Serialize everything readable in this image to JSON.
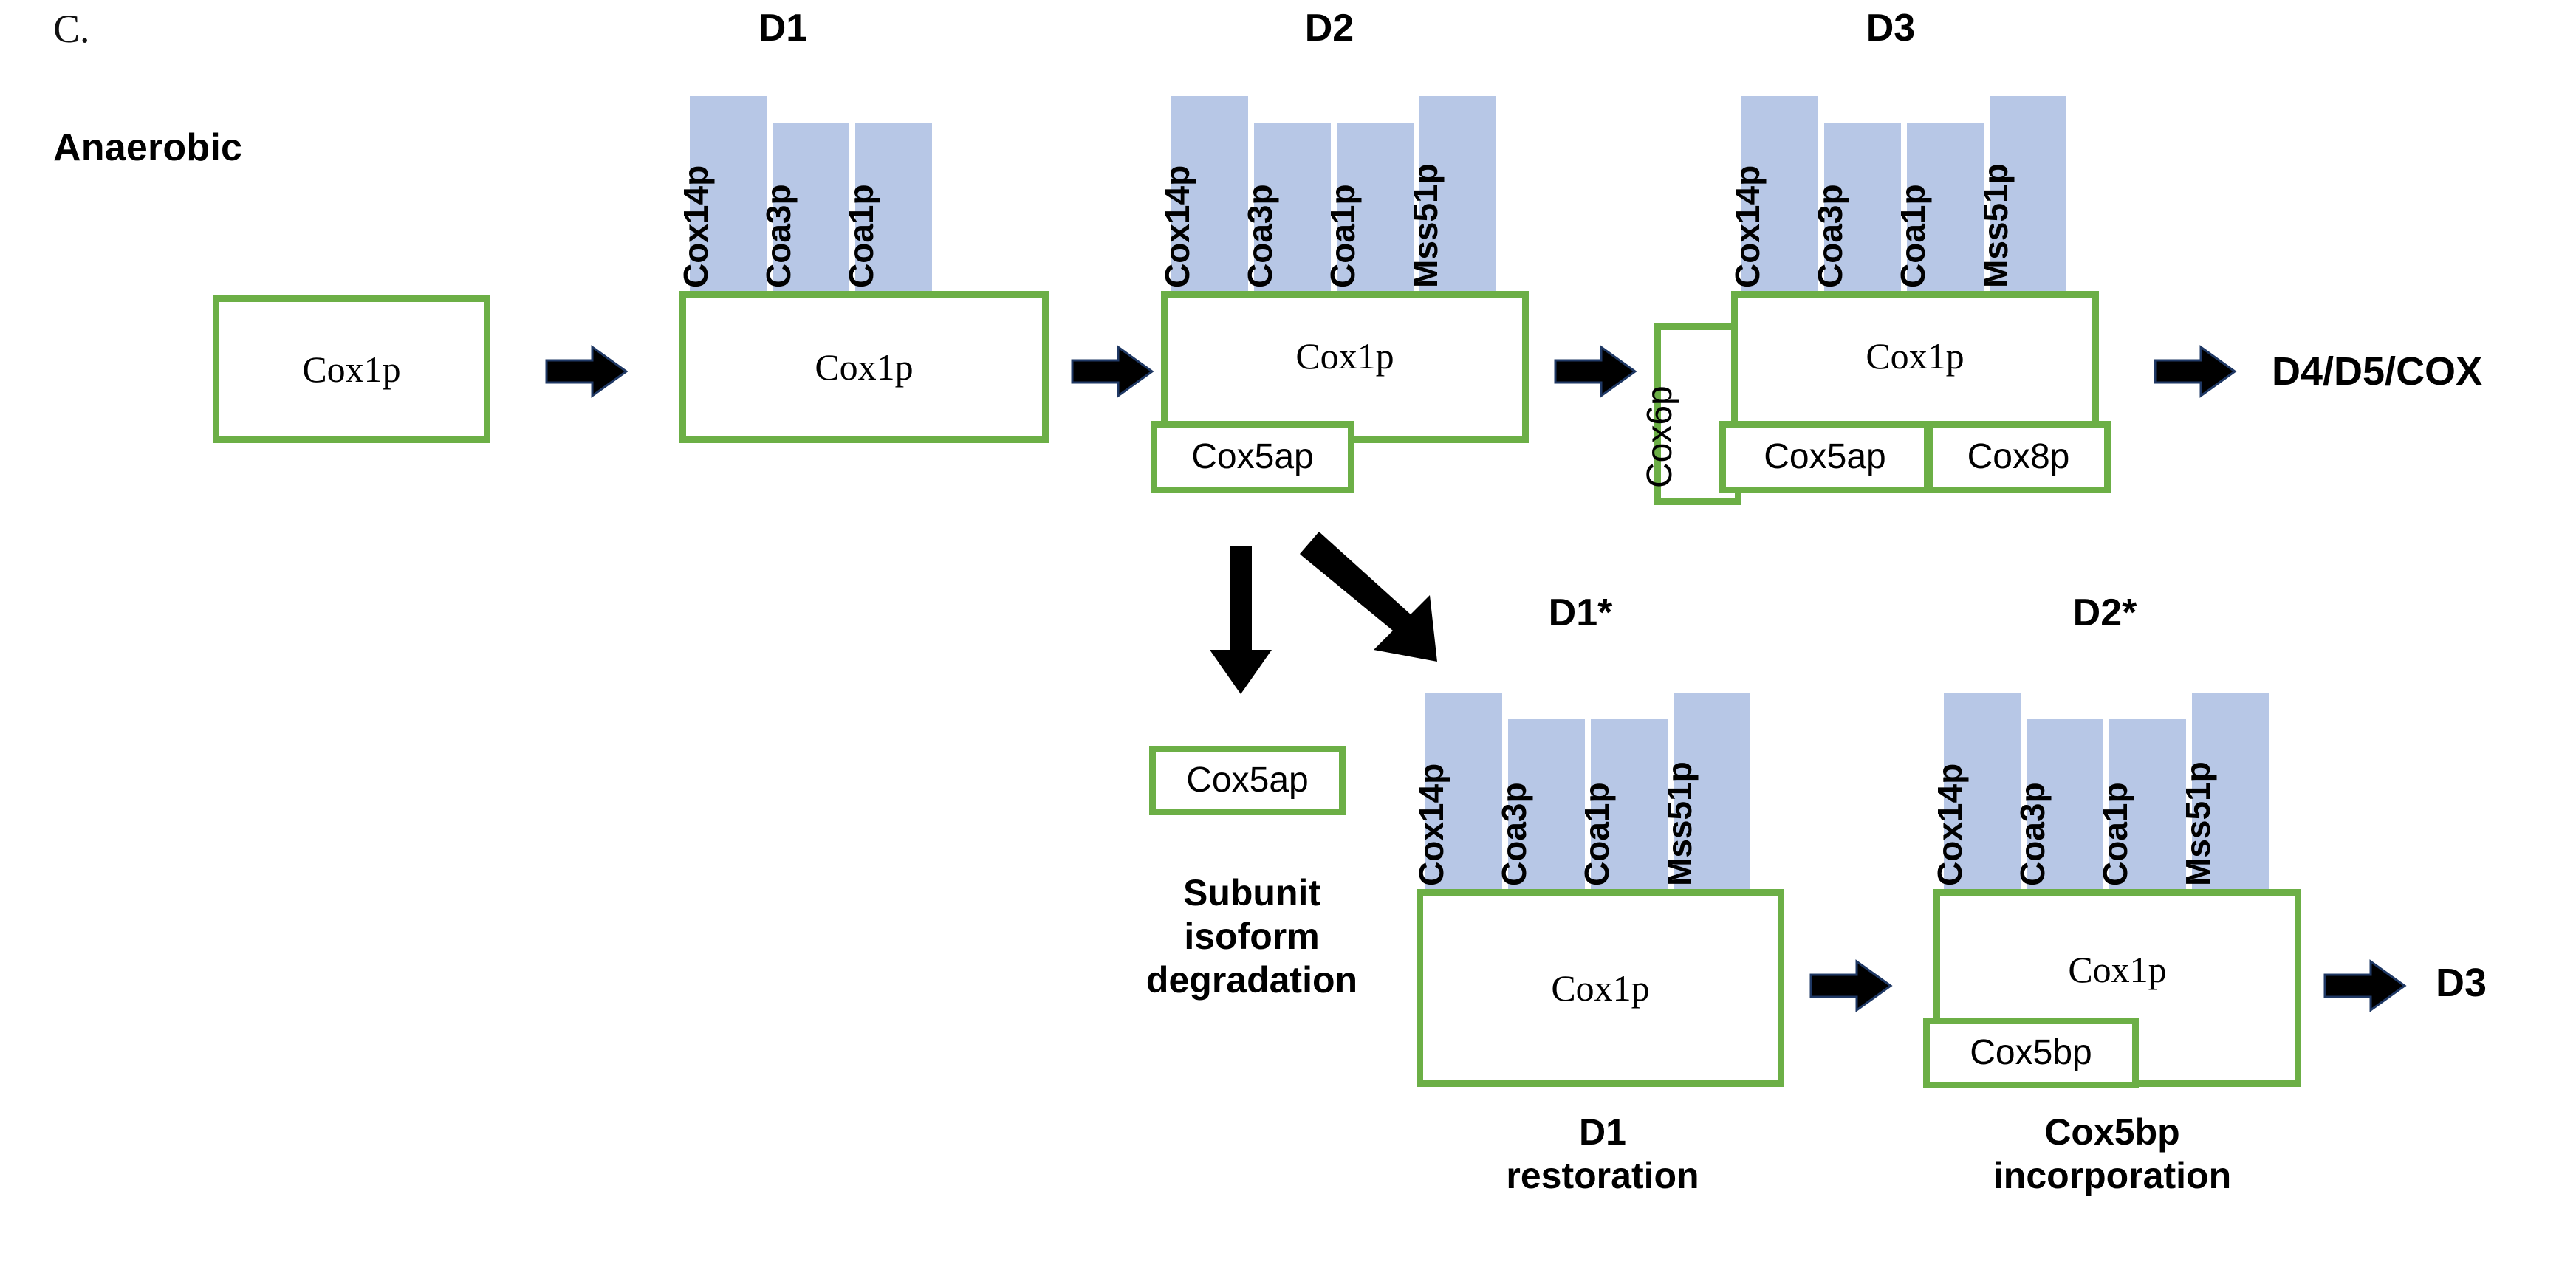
{
  "panel": {
    "letter": "C.",
    "condition": "Anaerobic"
  },
  "colors": {
    "green_border": "#6CAF46",
    "blue_tab": "#B7C7E6",
    "arrow": "#000000",
    "arrow_outline": "#1F3864",
    "background": "#FFFFFF"
  },
  "chaperones": {
    "cox14p": "Cox14p",
    "coa3p": "Coa3p",
    "coa1p": "Coa1p",
    "mss51p": "Mss51p"
  },
  "subunits": {
    "cox1p": "Cox1p",
    "cox5ap": "Cox5ap",
    "cox5bp": "Cox5bp",
    "cox6p": "Cox6p",
    "cox8p": "Cox8p"
  },
  "top_row": {
    "step0": {
      "label": "Cox1p"
    },
    "d1": {
      "stage": "D1",
      "tabs": [
        "Cox14p",
        "Coa3p",
        "Coa1p"
      ],
      "core": "Cox1p"
    },
    "d2": {
      "stage": "D2",
      "tabs": [
        "Cox14p",
        "Coa3p",
        "Coa1p",
        "Mss51p"
      ],
      "core": "Cox1p",
      "inner": "Cox5ap"
    },
    "d3": {
      "stage": "D3",
      "tabs": [
        "Cox14p",
        "Coa3p",
        "Coa1p",
        "Mss51p"
      ],
      "side": "Cox6p",
      "core": "Cox1p",
      "inner_left": "Cox5ap",
      "inner_right": "Cox8p"
    },
    "endpoint": "D4/D5/COX"
  },
  "branch": {
    "released": "Cox5ap",
    "caption": [
      "Subunit",
      "isoform",
      "degradation"
    ]
  },
  "bottom_row": {
    "d1star": {
      "stage": "D1*",
      "tabs": [
        "Cox14p",
        "Coa3p",
        "Coa1p",
        "Mss51p"
      ],
      "core": "Cox1p",
      "caption": [
        "D1",
        "restoration"
      ]
    },
    "d2star": {
      "stage": "D2*",
      "tabs": [
        "Cox14p",
        "Coa3p",
        "Coa1p",
        "Mss51p"
      ],
      "core": "Cox1p",
      "inner": "Cox5bp",
      "caption": [
        "Cox5bp",
        "incorporation"
      ]
    },
    "endpoint": "D3"
  }
}
